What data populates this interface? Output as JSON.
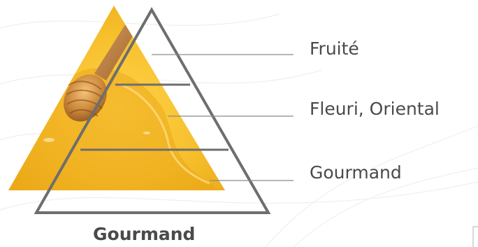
{
  "tiers": [
    {
      "label": "Fruité"
    },
    {
      "label": "Fleuri, Oriental"
    },
    {
      "label": "Gourmand"
    }
  ],
  "caption": "Gourmand",
  "colors": {
    "honey": "#f3b61f",
    "honey_dark": "#e09a0f",
    "honey_light": "#ffd247",
    "wood": "#b87a3a",
    "outline": "#6e6e6e",
    "text": "#4a4a4a",
    "background_lines": "#eeeeee"
  }
}
